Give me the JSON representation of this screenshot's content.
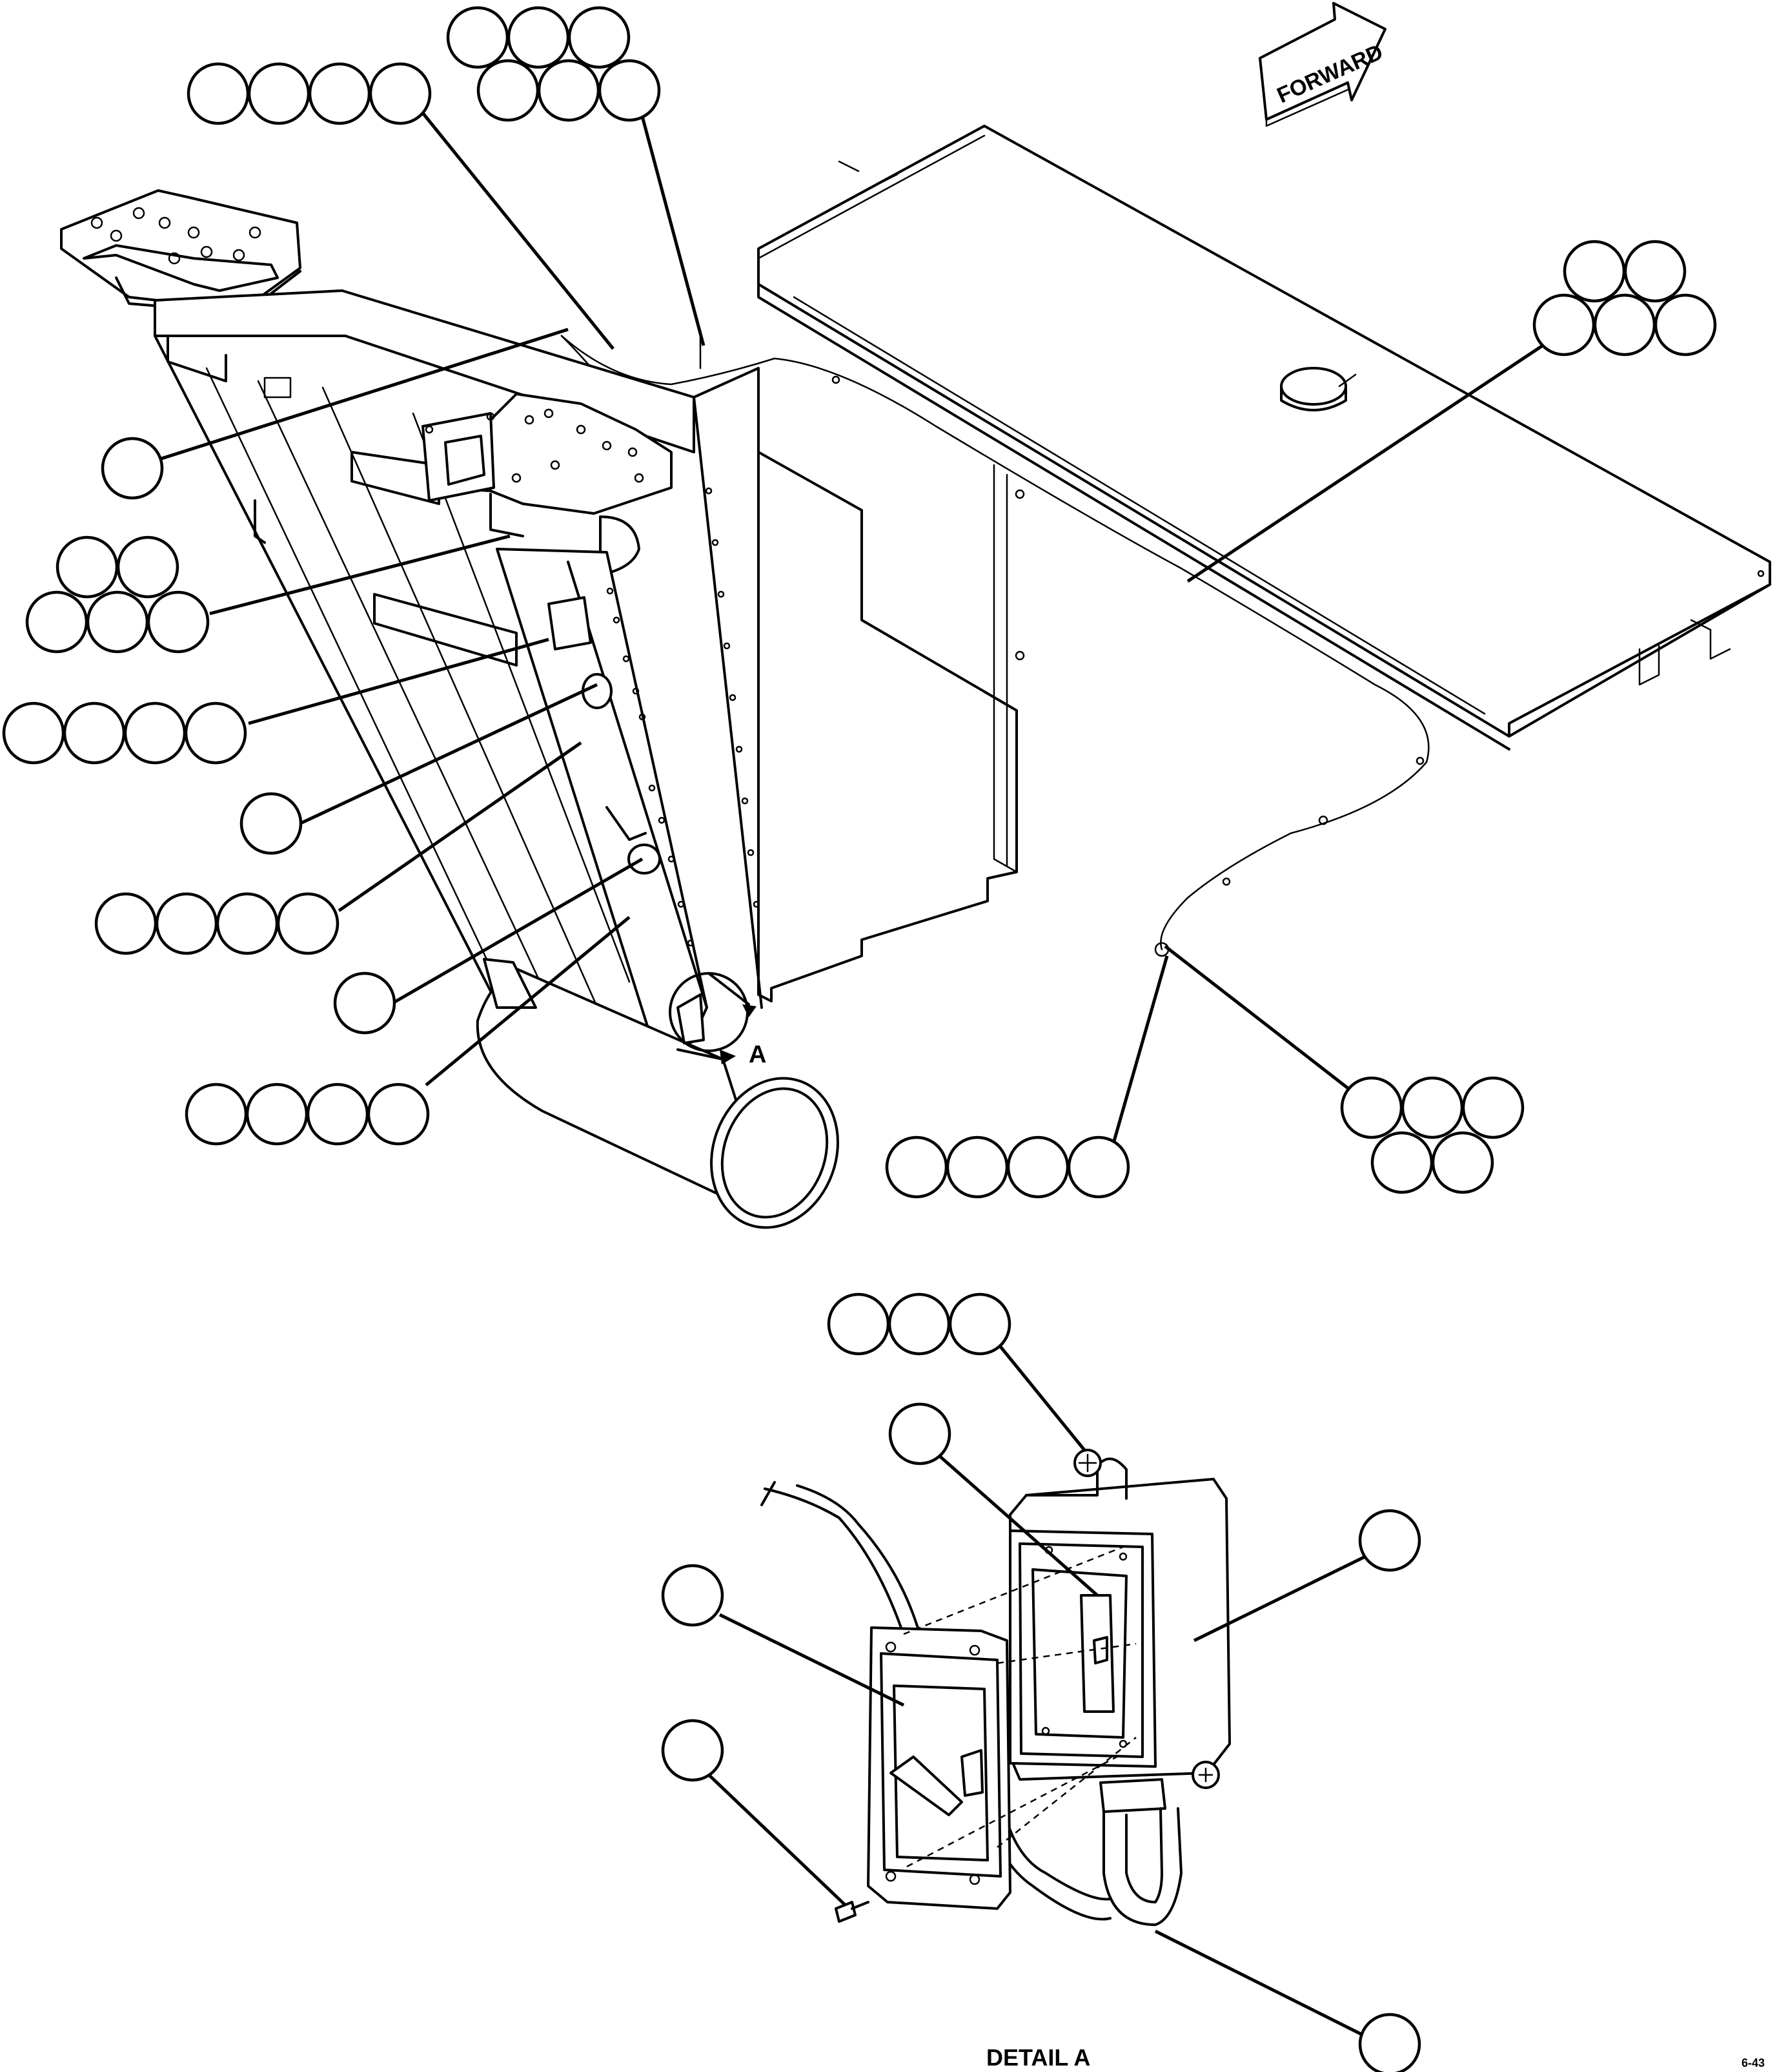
{
  "drawing": {
    "direction_arrow_label": "FORWARD",
    "detail_marker": "A",
    "detail_caption": "DETAIL A",
    "sheet_code": "6-43"
  },
  "callout_groups": [
    {
      "id": "top-left-four",
      "bubbles": 4
    },
    {
      "id": "top-center-six",
      "bubbles": 6
    },
    {
      "id": "right-five",
      "bubbles": 5
    },
    {
      "id": "left-single-upper",
      "bubbles": 1
    },
    {
      "id": "left-five",
      "bubbles": 5
    },
    {
      "id": "left-four-upper",
      "bubbles": 4
    },
    {
      "id": "left-single-middle",
      "bubbles": 1
    },
    {
      "id": "left-four-middle",
      "bubbles": 4
    },
    {
      "id": "left-single-lower",
      "bubbles": 1
    },
    {
      "id": "left-four-lower",
      "bubbles": 4
    },
    {
      "id": "bottom-center-four",
      "bubbles": 4
    },
    {
      "id": "right-lower-five",
      "bubbles": 5
    },
    {
      "id": "detail-three",
      "bubbles": 3
    },
    {
      "id": "detail-single-top",
      "bubbles": 1
    },
    {
      "id": "detail-single-right",
      "bubbles": 1
    },
    {
      "id": "detail-single-left-upper",
      "bubbles": 1
    },
    {
      "id": "detail-single-left-lower",
      "bubbles": 1
    },
    {
      "id": "detail-single-bottom-right",
      "bubbles": 1
    }
  ]
}
